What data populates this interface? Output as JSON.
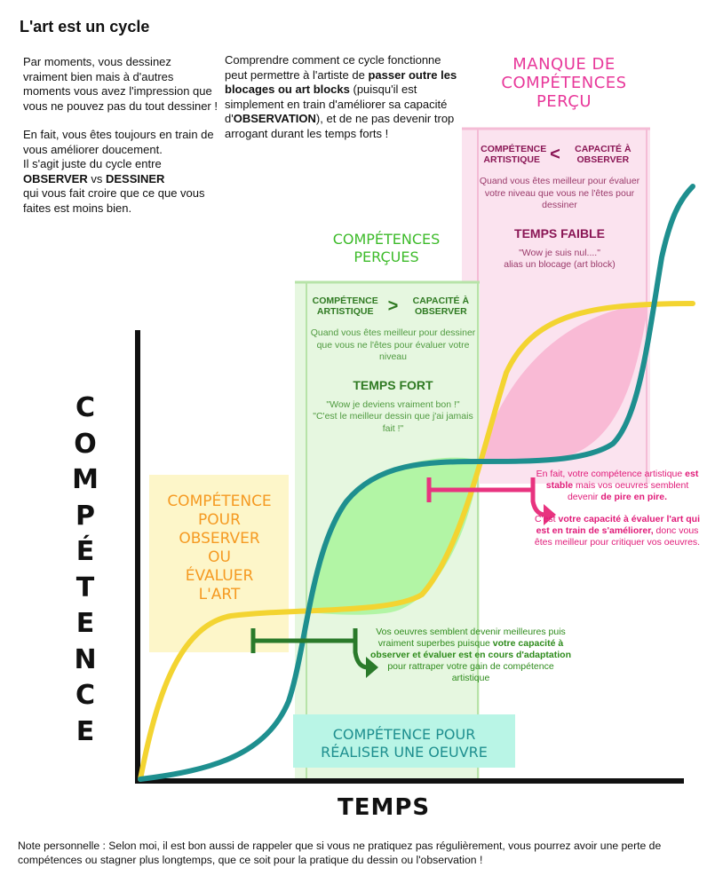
{
  "title": "L'art est un cycle",
  "intro": {
    "p1": "Par moments, vous dessinez vraiment bien mais à d'autres moments vous avez l'impression que vous ne pouvez pas du tout dessiner !",
    "p2_a": "En fait, vous êtes toujours en train de vous améliorer doucement.",
    "p2_b": "Il s'agit juste du cycle entre",
    "p2_observer": "OBSERVER",
    "p2_vs": " vs ",
    "p2_dessiner": "DESSINER",
    "p2_c": "qui vous fait croire que ce que vous faites est moins bien."
  },
  "center": {
    "a": "Comprendre comment ce cycle fonctionne peut permettre à l'artiste de ",
    "bold1": "passer outre les blocages ou art blocks",
    "b": " (puisqu'il est simplement en train d'améliorer sa capacité d'",
    "bold2": "OBSERVATION",
    "c": "), et de ne pas devenir trop arrogant durant les temps forts !"
  },
  "manque": {
    "title_l1": "Manque de",
    "title_l2": "compétences",
    "title_l3": "perçu",
    "left": "COMPÉTENCE ARTISTIQUE",
    "symbol": "<",
    "right": "CAPACITÉ À OBSERVER",
    "desc": "Quand vous êtes meilleur pour évaluer votre niveau que vous ne l'êtes pour dessiner",
    "head": "TEMPS FAIBLE",
    "quote1": "\"Wow je suis nul....\"",
    "quote2": "alias un blocage (art block)"
  },
  "percues": {
    "title_l1": "Compétences",
    "title_l2": "perçues",
    "left": "COMPÉTENCE ARTISTIQUE",
    "symbol": ">",
    "right": "CAPACITÉ À OBSERVER",
    "desc": "Quand vous êtes meilleur pour dessiner que vous ne l'êtes pour évaluer votre niveau",
    "head": "TEMPS FORT",
    "quote1": "\"Wow je deviens vraiment bon !\"",
    "quote2": "\"C'est le meilleur dessin que j'ai jamais fait !\""
  },
  "orange_label": [
    "Compétence",
    "pour",
    "observer",
    "ou",
    "évaluer",
    "l'art"
  ],
  "teal_label": [
    "Compétence pour",
    "réaliser une oeuvre"
  ],
  "right_note": {
    "a": "En fait, votre compétence artistique ",
    "b1": "est stable",
    "c": " mais vos oeuvres semblent devenir ",
    "b2": "de pire en pire.",
    "d": "C'est ",
    "b3": "votre capacité à évaluer l'art qui est en train de s'améliorer,",
    "e": " donc vous êtes meilleur pour critiquer vos oeuvres."
  },
  "green_note": {
    "a": "Vos oeuvres semblent devenir meilleures puis vraiment superbes puisque ",
    "b": "votre capacité à observer et évaluer est en cours d'adaptation",
    "c": " pour rattraper votre gain de compétence artistique"
  },
  "axis_y_letters": [
    "C",
    "O",
    "M",
    "P",
    "É",
    "T",
    "E",
    "N",
    "C",
    "E"
  ],
  "axis_x": "TEMPS",
  "footnote": "Note personnelle : Selon moi, il est bon aussi de rappeler que si vous ne pratiquez pas régulièrement, vous pourrez avoir une perte de compétences ou stagner plus longtemps, que ce soit pour la pratique du dessin ou l'observation !",
  "colors": {
    "teal": "#1e8f8f",
    "yellow": "#f3d431",
    "pink": "#e8389a",
    "green": "#3dbb2a",
    "orange": "#f59a22"
  }
}
